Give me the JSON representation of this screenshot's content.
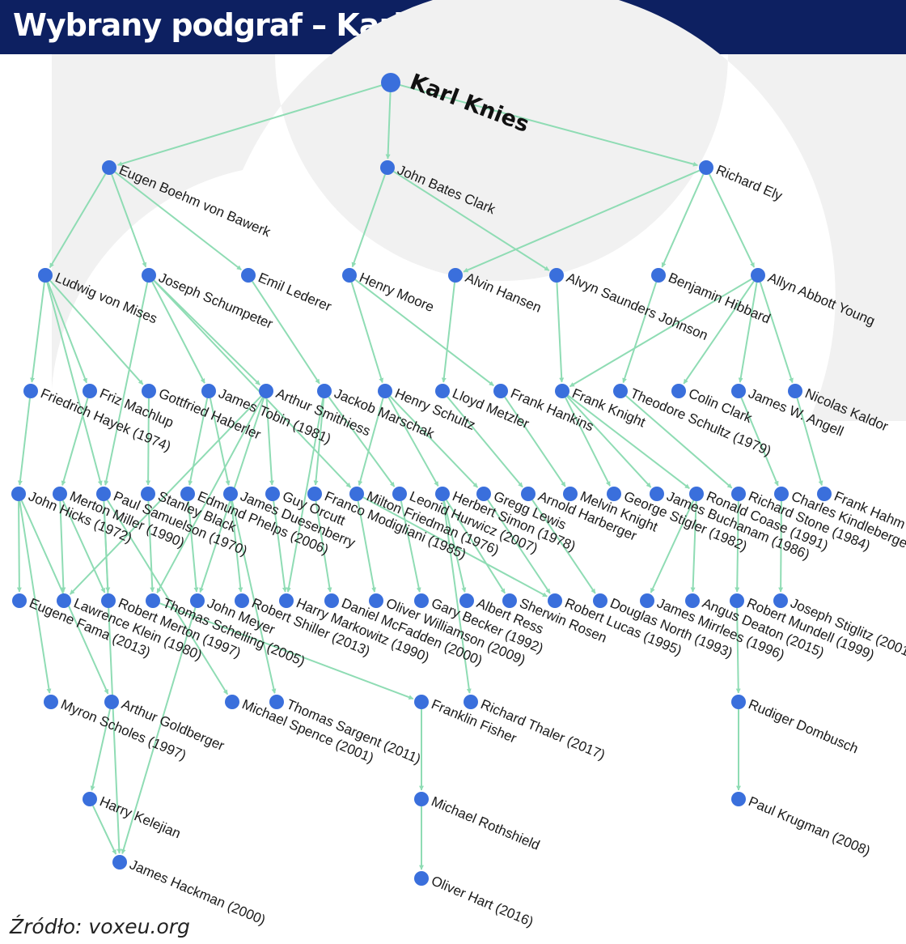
{
  "header": {
    "title": "Wybrany podgraf – Karl Knies"
  },
  "source": "Źródło: voxeu.org",
  "colors": {
    "header_bg": "#0d2061",
    "node": "#3a6fdc",
    "edge": "#8fdcb4",
    "watermark": "#f1f1f1"
  },
  "graph": {
    "root": "karl_knies",
    "nodes": [
      {
        "id": "karl_knies",
        "label": "Karl Knies"
      },
      {
        "id": "boehm",
        "label": "Eugen Boehm von Bawerk"
      },
      {
        "id": "clark",
        "label": "John Bates Clark"
      },
      {
        "id": "ely",
        "label": "Richard Ely"
      },
      {
        "id": "mises",
        "label": "Ludwig von Mises"
      },
      {
        "id": "schumpeter",
        "label": "Joseph Schumpeter"
      },
      {
        "id": "lederer",
        "label": "Emil Lederer"
      },
      {
        "id": "moore",
        "label": "Henry Moore"
      },
      {
        "id": "hansen",
        "label": "Alvin Hansen"
      },
      {
        "id": "johnson",
        "label": "Alvyn Saunders Johnson"
      },
      {
        "id": "hibbard",
        "label": "Benjamin Hibbard"
      },
      {
        "id": "young",
        "label": "Allyn Abbott Young"
      },
      {
        "id": "hayek",
        "label": "Friedrich Hayek (1974)"
      },
      {
        "id": "machlup",
        "label": "Friz Machlup"
      },
      {
        "id": "haberler",
        "label": "Gottfried Haberler"
      },
      {
        "id": "tobin",
        "label": "James Tobin (1981)"
      },
      {
        "id": "smithies",
        "label": "Arthur Smithiess"
      },
      {
        "id": "marschak",
        "label": "Jackob Marschak"
      },
      {
        "id": "schultz_h",
        "label": "Henry Schultz"
      },
      {
        "id": "metzler",
        "label": "Lloyd Metzler"
      },
      {
        "id": "hankins",
        "label": "Frank Hankins"
      },
      {
        "id": "knight",
        "label": "Frank Knight"
      },
      {
        "id": "schultz_t",
        "label": "Theodore Schultz (1979)"
      },
      {
        "id": "clark_c",
        "label": "Colin Clark"
      },
      {
        "id": "angell",
        "label": "James W. Angell"
      },
      {
        "id": "kaldor",
        "label": "Nicolas Kaldor"
      },
      {
        "id": "hicks",
        "label": "John Hicks (1972)"
      },
      {
        "id": "miller",
        "label": "Merton Miller (1990)"
      },
      {
        "id": "samuelson",
        "label": "Paul Samuelson (1970)"
      },
      {
        "id": "black",
        "label": "Stanley Black"
      },
      {
        "id": "phelps",
        "label": "Edmund Phelps (2006)"
      },
      {
        "id": "duesenberry",
        "label": "James Duesenberry"
      },
      {
        "id": "orcutt",
        "label": "Guy Orcutt"
      },
      {
        "id": "modigliani",
        "label": "Franco Modigliani (1985)"
      },
      {
        "id": "friedman",
        "label": "Milton Friedman (1976)"
      },
      {
        "id": "hurwicz",
        "label": "Leonid Hurwicz (2007)"
      },
      {
        "id": "simon",
        "label": "Herbert Simon (1978)"
      },
      {
        "id": "lewis",
        "label": "Gregg Lewis"
      },
      {
        "id": "harberger",
        "label": "Arnold Harberger"
      },
      {
        "id": "mknight",
        "label": "Melvin Knight"
      },
      {
        "id": "stigler",
        "label": "George Stigler (1982)"
      },
      {
        "id": "buchanan",
        "label": "James Buchanam (1986)"
      },
      {
        "id": "coase",
        "label": "Ronald Coase (1991)"
      },
      {
        "id": "stone",
        "label": "Richard Stone (1984)"
      },
      {
        "id": "kindleberger",
        "label": "Charles Kindleberger"
      },
      {
        "id": "hahn",
        "label": "Frank Hahm"
      },
      {
        "id": "fama",
        "label": "Eugene Fama (2013)"
      },
      {
        "id": "klein",
        "label": "Lawrence Klein (1980)"
      },
      {
        "id": "merton",
        "label": "Robert Merton (1997)"
      },
      {
        "id": "schelling",
        "label": "Thomas Schelling (2005)"
      },
      {
        "id": "meyer",
        "label": "John Meyer"
      },
      {
        "id": "shiller",
        "label": "Robert Shiller (2013)"
      },
      {
        "id": "markowitz",
        "label": "Harry Markowitz (1990)"
      },
      {
        "id": "mcfadden",
        "label": "Daniel McFadden (2000)"
      },
      {
        "id": "williamson",
        "label": "Oliver Williamson (2009)"
      },
      {
        "id": "becker",
        "label": "Gary Becker (1992)"
      },
      {
        "id": "ress",
        "label": "Albert Ress"
      },
      {
        "id": "rosen",
        "label": "Sherwin Rosen"
      },
      {
        "id": "lucas",
        "label": "Robert Lucas (1995)"
      },
      {
        "id": "north",
        "label": "Douglas North (1993)"
      },
      {
        "id": "mirrlees",
        "label": "James Mirrlees (1996)"
      },
      {
        "id": "deaton",
        "label": "Angus Deaton (2015)"
      },
      {
        "id": "mundell",
        "label": "Robert Mundell (1999)"
      },
      {
        "id": "stiglitz",
        "label": "Joseph Stiglitz (2001)"
      },
      {
        "id": "scholes",
        "label": "Myron Scholes (1997)"
      },
      {
        "id": "goldberger",
        "label": "Arthur Goldberger"
      },
      {
        "id": "spence",
        "label": "Michael Spence (2001)"
      },
      {
        "id": "sargent",
        "label": "Thomas Sargent (2011)"
      },
      {
        "id": "fisher",
        "label": "Franklin Fisher"
      },
      {
        "id": "thaler",
        "label": "Richard Thaler (2017)"
      },
      {
        "id": "dornbusch",
        "label": "Rudiger Dombusch"
      },
      {
        "id": "kelejian",
        "label": "Harry Kelejian"
      },
      {
        "id": "rothshield",
        "label": "Michael Rothshield"
      },
      {
        "id": "krugman",
        "label": "Paul Krugman (2008)"
      },
      {
        "id": "heckman",
        "label": "James Hackman (2000)"
      },
      {
        "id": "hart",
        "label": "Oliver Hart (2016)"
      }
    ],
    "edges": [
      [
        "karl_knies",
        "boehm"
      ],
      [
        "karl_knies",
        "clark"
      ],
      [
        "karl_knies",
        "ely"
      ],
      [
        "boehm",
        "mises"
      ],
      [
        "boehm",
        "schumpeter"
      ],
      [
        "boehm",
        "lederer"
      ],
      [
        "clark",
        "moore"
      ],
      [
        "clark",
        "johnson"
      ],
      [
        "ely",
        "hansen"
      ],
      [
        "ely",
        "hibbard"
      ],
      [
        "ely",
        "young"
      ],
      [
        "mises",
        "hayek"
      ],
      [
        "mises",
        "machlup"
      ],
      [
        "mises",
        "haberler"
      ],
      [
        "mises",
        "samuelson"
      ],
      [
        "schumpeter",
        "tobin"
      ],
      [
        "schumpeter",
        "smithies"
      ],
      [
        "schumpeter",
        "samuelson"
      ],
      [
        "schumpeter",
        "friedman"
      ],
      [
        "lederer",
        "marschak"
      ],
      [
        "moore",
        "schultz_h"
      ],
      [
        "moore",
        "hankins"
      ],
      [
        "hansen",
        "metzler"
      ],
      [
        "johnson",
        "knight"
      ],
      [
        "hibbard",
        "schultz_t"
      ],
      [
        "young",
        "knight"
      ],
      [
        "young",
        "clark_c"
      ],
      [
        "young",
        "angell"
      ],
      [
        "young",
        "kaldor"
      ],
      [
        "hayek",
        "hicks"
      ],
      [
        "machlup",
        "miller"
      ],
      [
        "haberler",
        "black"
      ],
      [
        "tobin",
        "phelps"
      ],
      [
        "tobin",
        "duesenberry"
      ],
      [
        "smithies",
        "orcutt"
      ],
      [
        "smithies",
        "schelling"
      ],
      [
        "smithies",
        "meyer"
      ],
      [
        "smithies",
        "klein"
      ],
      [
        "marschak",
        "modigliani"
      ],
      [
        "marschak",
        "markowitz"
      ],
      [
        "marschak",
        "hurwicz"
      ],
      [
        "schultz_h",
        "friedman"
      ],
      [
        "schultz_h",
        "simon"
      ],
      [
        "schultz_h",
        "lewis"
      ],
      [
        "metzler",
        "harberger"
      ],
      [
        "hankins",
        "mknight"
      ],
      [
        "knight",
        "stigler"
      ],
      [
        "knight",
        "buchanan"
      ],
      [
        "knight",
        "coase"
      ],
      [
        "schultz_t",
        "stone"
      ],
      [
        "angell",
        "kindleberger"
      ],
      [
        "kaldor",
        "hahn"
      ],
      [
        "hicks",
        "fama"
      ],
      [
        "hicks",
        "scholes"
      ],
      [
        "hicks",
        "goldberger"
      ],
      [
        "miller",
        "merton"
      ],
      [
        "miller",
        "klein"
      ],
      [
        "samuelson",
        "merton"
      ],
      [
        "samuelson",
        "spence"
      ],
      [
        "samuelson",
        "heckman"
      ],
      [
        "black",
        "schelling"
      ],
      [
        "phelps",
        "meyer"
      ],
      [
        "duesenberry",
        "shiller"
      ],
      [
        "duesenberry",
        "sargent"
      ],
      [
        "orcutt",
        "markowitz"
      ],
      [
        "modigliani",
        "mcfadden"
      ],
      [
        "friedman",
        "williamson"
      ],
      [
        "friedman",
        "lucas"
      ],
      [
        "hurwicz",
        "becker"
      ],
      [
        "simon",
        "ress"
      ],
      [
        "simon",
        "rosen"
      ],
      [
        "simon",
        "thaler"
      ],
      [
        "lewis",
        "lucas"
      ],
      [
        "harberger",
        "north"
      ],
      [
        "coase",
        "mirrlees"
      ],
      [
        "coase",
        "deaton"
      ],
      [
        "stone",
        "mundell"
      ],
      [
        "kindleberger",
        "stiglitz"
      ],
      [
        "schelling",
        "fisher"
      ],
      [
        "meyer",
        "heckman"
      ],
      [
        "goldberger",
        "kelejian"
      ],
      [
        "kelejian",
        "heckman"
      ],
      [
        "fisher",
        "rothshield"
      ],
      [
        "rothshield",
        "hart"
      ],
      [
        "mundell",
        "dornbusch"
      ],
      [
        "dornbusch",
        "krugman"
      ]
    ]
  }
}
